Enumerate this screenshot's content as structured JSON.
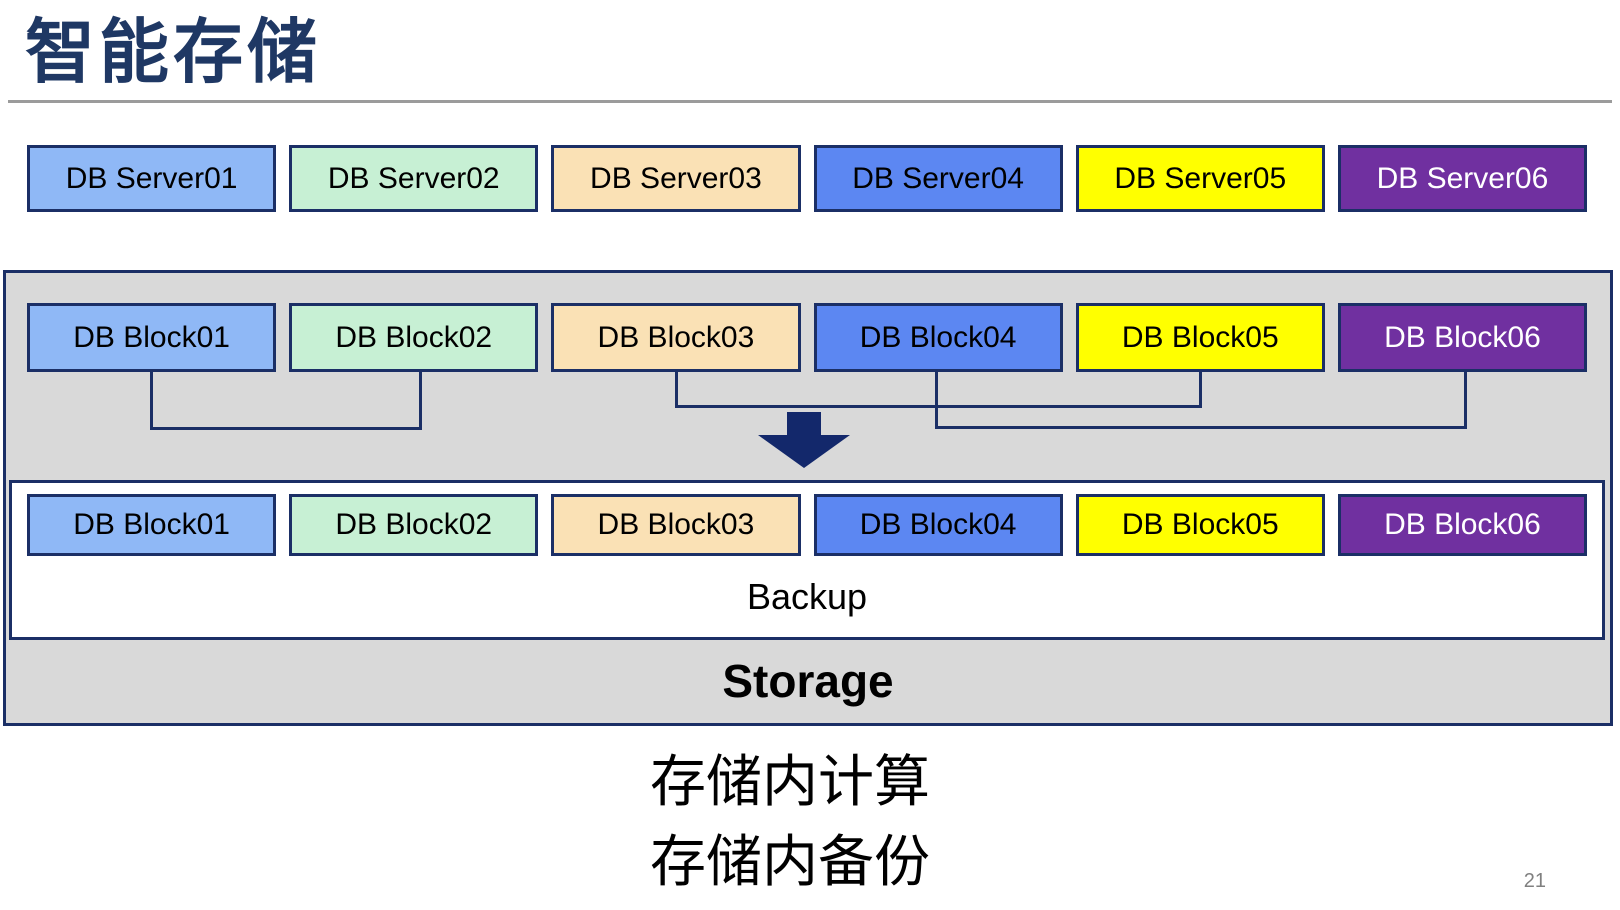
{
  "slide": {
    "title": "智能存储",
    "page_number": "21"
  },
  "server_row": [
    {
      "label": "DB Server01",
      "style": "background:#8FB8F6;color:#000000"
    },
    {
      "label": "DB Server02",
      "style": "background:#C7F0D4;color:#000000"
    },
    {
      "label": "DB Server03",
      "style": "background:#FAE1B5;color:#000000"
    },
    {
      "label": "DB Server04",
      "style": "background:#5C87F2;color:#000000"
    },
    {
      "label": "DB Server05",
      "style": "background:#FFFF00;color:#000000"
    },
    {
      "label": "DB Server06",
      "style": "background:#7030A0;color:#FFFFFF"
    }
  ],
  "storage": {
    "block_row_top": [
      {
        "label": "DB Block01",
        "style": "background:#8FB8F6;color:#000000"
      },
      {
        "label": "DB Block02",
        "style": "background:#C7F0D4;color:#000000"
      },
      {
        "label": "DB Block03",
        "style": "background:#FAE1B5;color:#000000"
      },
      {
        "label": "DB Block04",
        "style": "background:#5C87F2;color:#000000"
      },
      {
        "label": "DB Block05",
        "style": "background:#FFFF00;color:#000000"
      },
      {
        "label": "DB Block06",
        "style": "background:#7030A0;color:#FFFFFF"
      }
    ],
    "block_row_bottom": [
      {
        "label": "DB Block01",
        "style": "background:#8FB8F6;color:#000000"
      },
      {
        "label": "DB Block02",
        "style": "background:#C7F0D4;color:#000000"
      },
      {
        "label": "DB Block03",
        "style": "background:#FAE1B5;color:#000000"
      },
      {
        "label": "DB Block04",
        "style": "background:#5C87F2;color:#000000"
      },
      {
        "label": "DB Block05",
        "style": "background:#FFFF00;color:#000000"
      },
      {
        "label": "DB Block06",
        "style": "background:#7030A0;color:#FFFFFF"
      }
    ],
    "backup_label": "Backup",
    "storage_label": "Storage"
  },
  "caption": {
    "line1": "存储内计算",
    "line2": "存储内备份"
  },
  "colors": {
    "navy": "#1B2F66",
    "title": "#1F3864",
    "panel": "#D9D9D9",
    "rule": "#9B9B9B",
    "pagenum": "#808080",
    "arrow": "#13286B"
  }
}
